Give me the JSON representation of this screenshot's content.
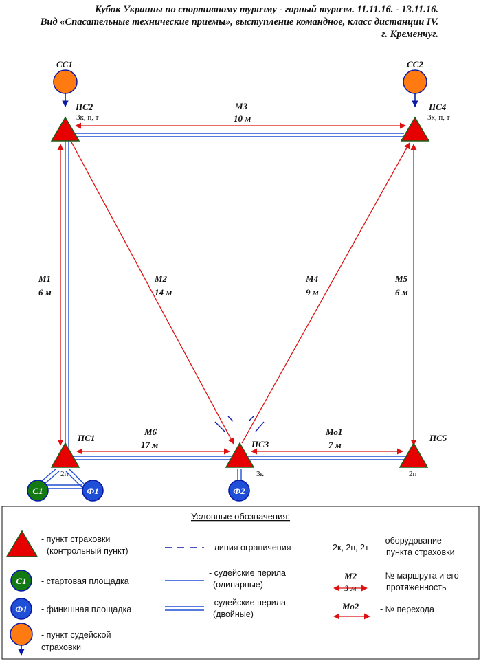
{
  "header": {
    "line1": "Кубок Украины по спортивному туризму - горный туризм. 11.11.16. - 13.11.16.",
    "line2": "Вид «Спасательные технические приемы», выступление командное, класс дистанции IV.",
    "line3": "г. Кременчуг."
  },
  "colors": {
    "triangle": "#e60000",
    "triangle_border": "#1a5e1a",
    "orange": "#ff7a10",
    "blue": "#1f4fd6",
    "green": "#137a13",
    "red_line": "#dd1111",
    "dark_blue": "#0a1aa6"
  },
  "nodes": {
    "ps1": {
      "label": "ПС1",
      "equip": "2п"
    },
    "ps2": {
      "label": "ПС2",
      "equip": "3к, п, т"
    },
    "ps3": {
      "label": "ПС3",
      "equip": "3к"
    },
    "ps4": {
      "label": "ПС4",
      "equip": "3к, п, т"
    },
    "ps5": {
      "label": "ПС5",
      "equip": "2п"
    },
    "cc1": {
      "label": "СС1"
    },
    "cc2": {
      "label": "СС2"
    },
    "start": {
      "label": "С1"
    },
    "finish1": {
      "label": "Ф1"
    },
    "finish2": {
      "label": "Ф2"
    }
  },
  "routes": {
    "m1": {
      "name": "М1",
      "length": "6 м"
    },
    "m2": {
      "name": "М2",
      "length": "14 м"
    },
    "m3": {
      "name": "М3",
      "length": "10 м"
    },
    "m4": {
      "name": "М4",
      "length": "9 м"
    },
    "m5": {
      "name": "М5",
      "length": "6 м"
    },
    "m6": {
      "name": "М6",
      "length": "17 м"
    },
    "mo1": {
      "name": "Мо1",
      "length": "7 м"
    }
  },
  "legend": {
    "title": "Условные обозначения:",
    "triangle_desc_1": "- пункт страховки",
    "triangle_desc_2": "(контрольный пункт)",
    "start_symbol": "С1",
    "start_desc": "- стартовая площадка",
    "finish_symbol": "Ф1",
    "finish_desc": "- финишная площадка",
    "judge_desc_1": "- пункт судейской",
    "judge_desc_2": "страховки",
    "limit_desc": "- линия ограничения",
    "single_desc_1": "- судейские перила",
    "single_desc_2": "(одинарные)",
    "double_desc_1": "- судейские перила",
    "double_desc_2": "(двойные)",
    "equip_sample": "2к, 2п, 2т",
    "equip_desc_1": "- оборудование",
    "equip_desc_2": "пункта страховки",
    "route_sample_name": "М2",
    "route_sample_len": "3 м",
    "route_desc_1": "- № маршрута и его",
    "route_desc_2": "протяженность",
    "crossing_sample": "Мо2",
    "crossing_desc": "- № перехода"
  }
}
